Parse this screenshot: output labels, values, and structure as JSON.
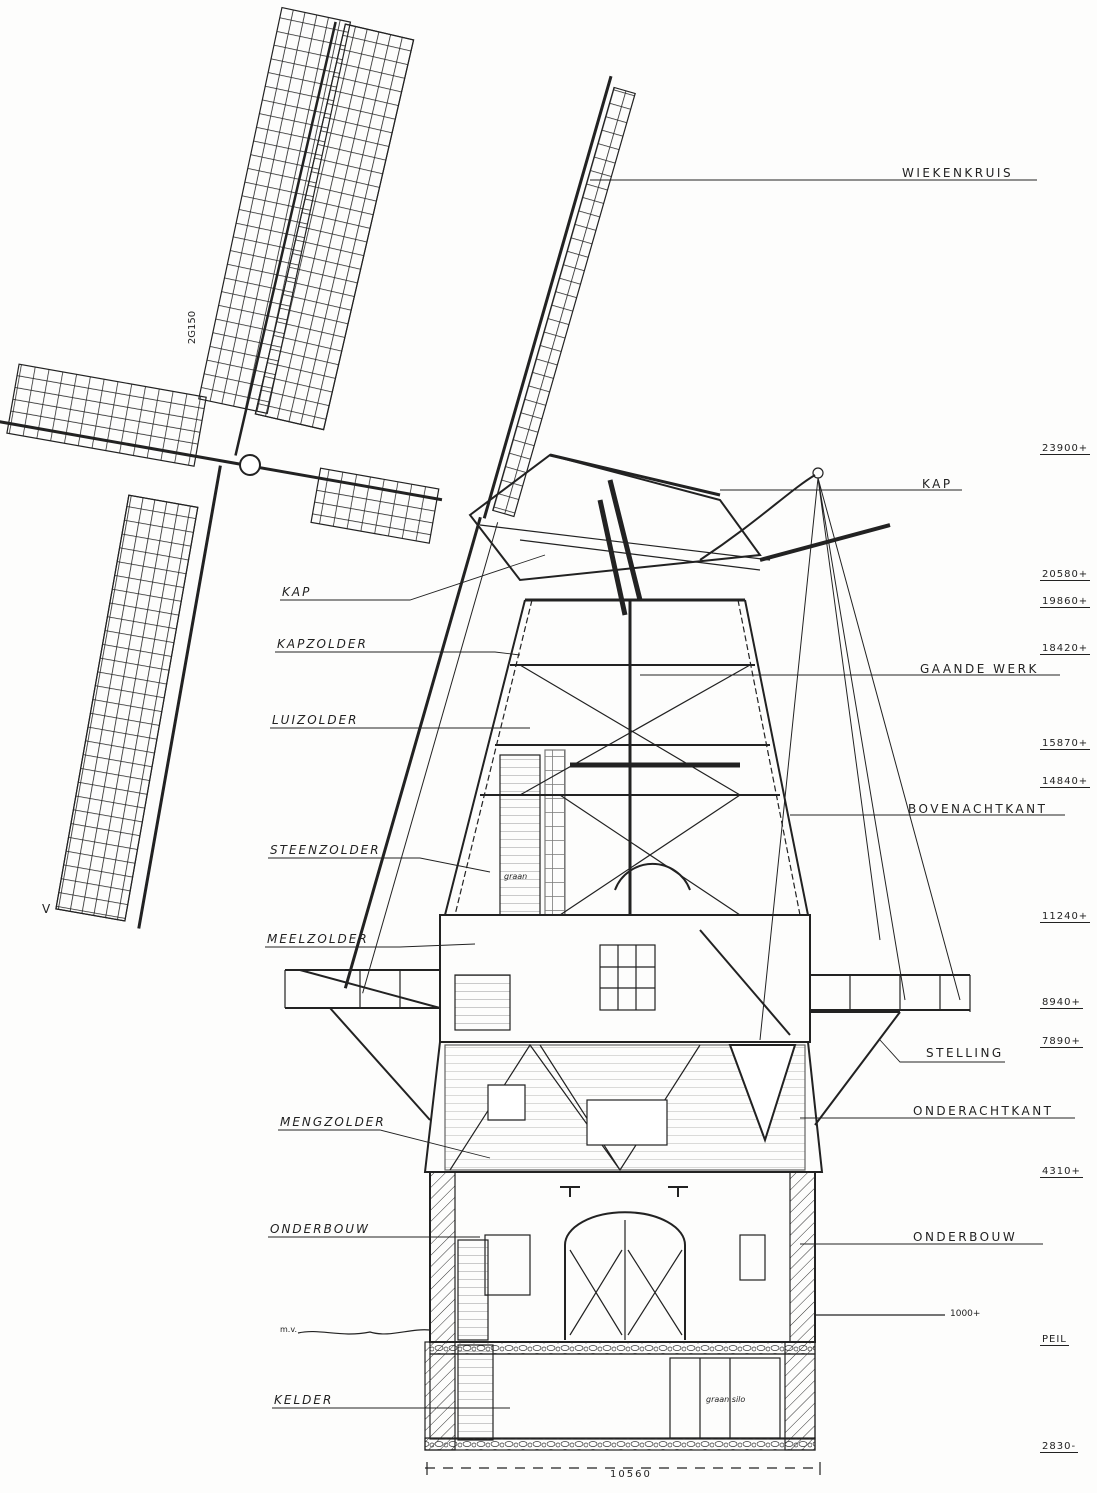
{
  "title_labels_left": {
    "kap": "KAP",
    "kapzolder": "KAPZOLDER",
    "luizolder": "LUIZOLDER",
    "steenzolder": "STEENZOLDER",
    "meelzolder": "MEELZOLDER",
    "mengzolder": "MENGZOLDER",
    "onderbouw": "ONDERBOUW",
    "kelder": "KELDER"
  },
  "title_labels_right": {
    "wiekenkruis": "WIEKENKRUIS",
    "kap": "KAP",
    "gaande_werk": "GAANDE WERK",
    "bovenachtkant": "BOVENACHTKANT",
    "stelling": "STELLING",
    "onderachtkant": "ONDERACHTKANT",
    "onderbouw": "ONDERBOUW"
  },
  "levels": [
    "23900+",
    "20580+",
    "19860+",
    "18420+",
    "15870+",
    "14840+",
    "11240+",
    "8940+",
    "7890+",
    "4310+",
    "PEIL",
    "2830-"
  ],
  "annotations": {
    "sail_span": "2G150",
    "base_width": "10560",
    "ground_level": "1000+",
    "mv": "m.v.",
    "graan": "graan",
    "graan_silo": "graan silo",
    "marker_v": "V"
  },
  "colors": {
    "ink": "#222222",
    "paper": "#fdfdfc"
  }
}
